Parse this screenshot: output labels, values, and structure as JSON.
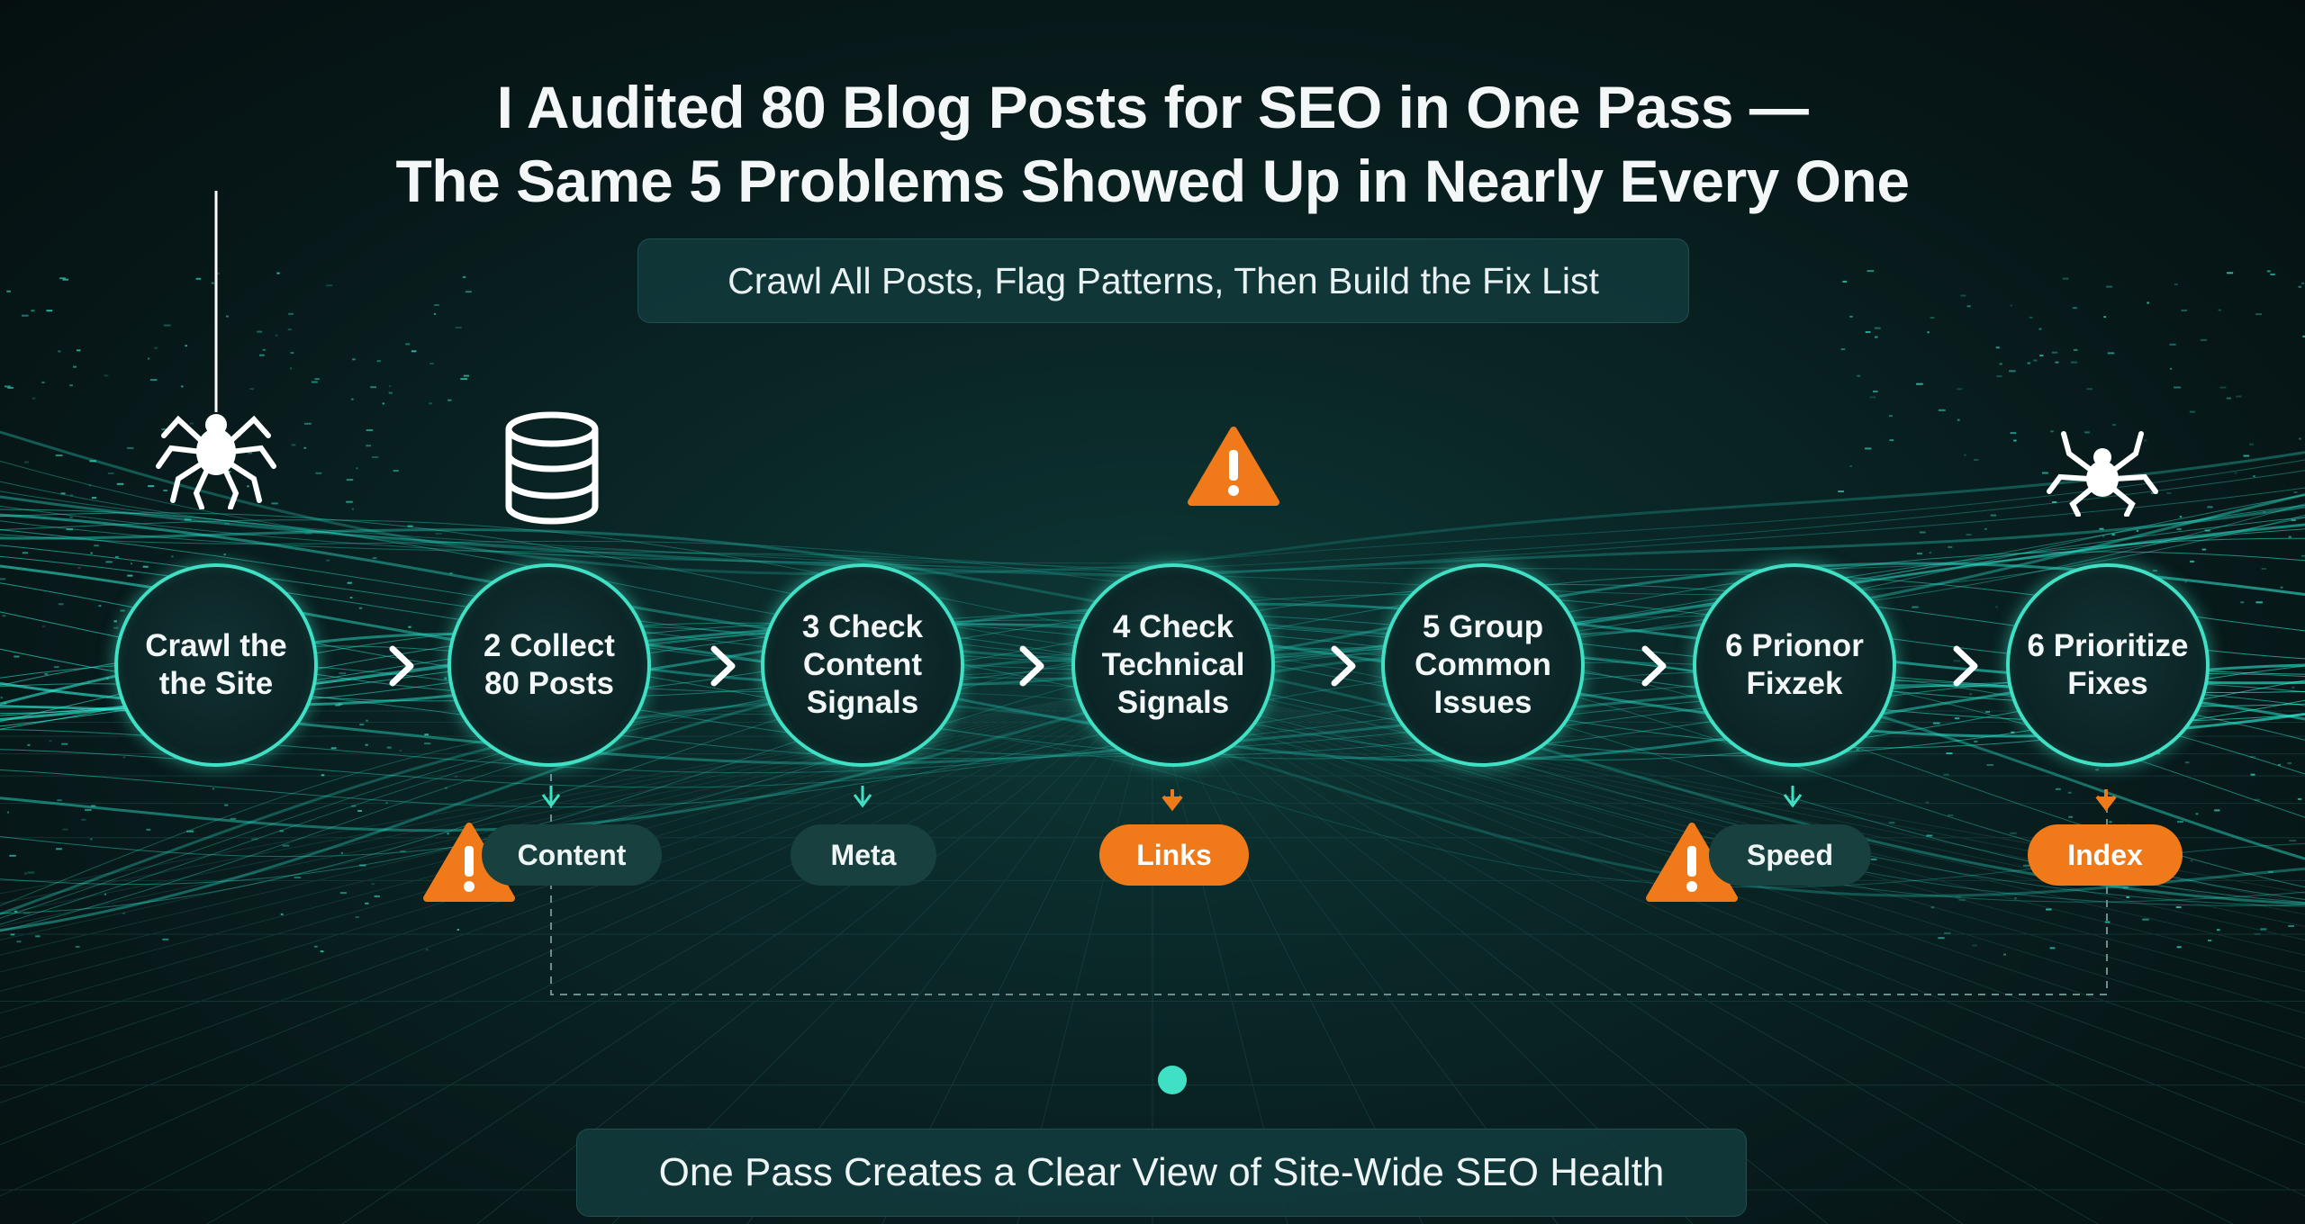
{
  "title": {
    "line1": "I Audited 80 Blog Posts for SEO in One Pass —",
    "line2": "The Same 5 Problems Showed Up in Nearly Every One"
  },
  "subtitle": "Crawl All Posts, Flag Patterns, Then Build the Fix List",
  "footer": "One Pass Creates a Clear View of Site-Wide SEO Health",
  "nodes": [
    {
      "label": "Crawl the\nthe Site"
    },
    {
      "label": "2 Collect\n80 Posts"
    },
    {
      "label": "3 Check\nContent\nSignals"
    },
    {
      "label": "4 Check\nTechnical\nSignals"
    },
    {
      "label": "5 Group\nCommon\nIssues"
    },
    {
      "label": "6 Prionor\nFixzek"
    },
    {
      "label": "6 Prioritize\nFixes"
    }
  ],
  "tags": [
    {
      "label": "Content",
      "style": "teal"
    },
    {
      "label": "Meta",
      "style": "teal"
    },
    {
      "label": "Links",
      "style": "orange"
    },
    {
      "label": "Speed",
      "style": "teal"
    },
    {
      "label": "Index",
      "style": "orange"
    }
  ],
  "icons": [
    "spider-icon",
    "database-icon",
    "warning-icon",
    "warning-icon",
    "warning-icon",
    "spider-icon"
  ],
  "colors": {
    "accent": "#3fe0c4",
    "warning": "#f07a1a",
    "background": "#0a2626"
  }
}
